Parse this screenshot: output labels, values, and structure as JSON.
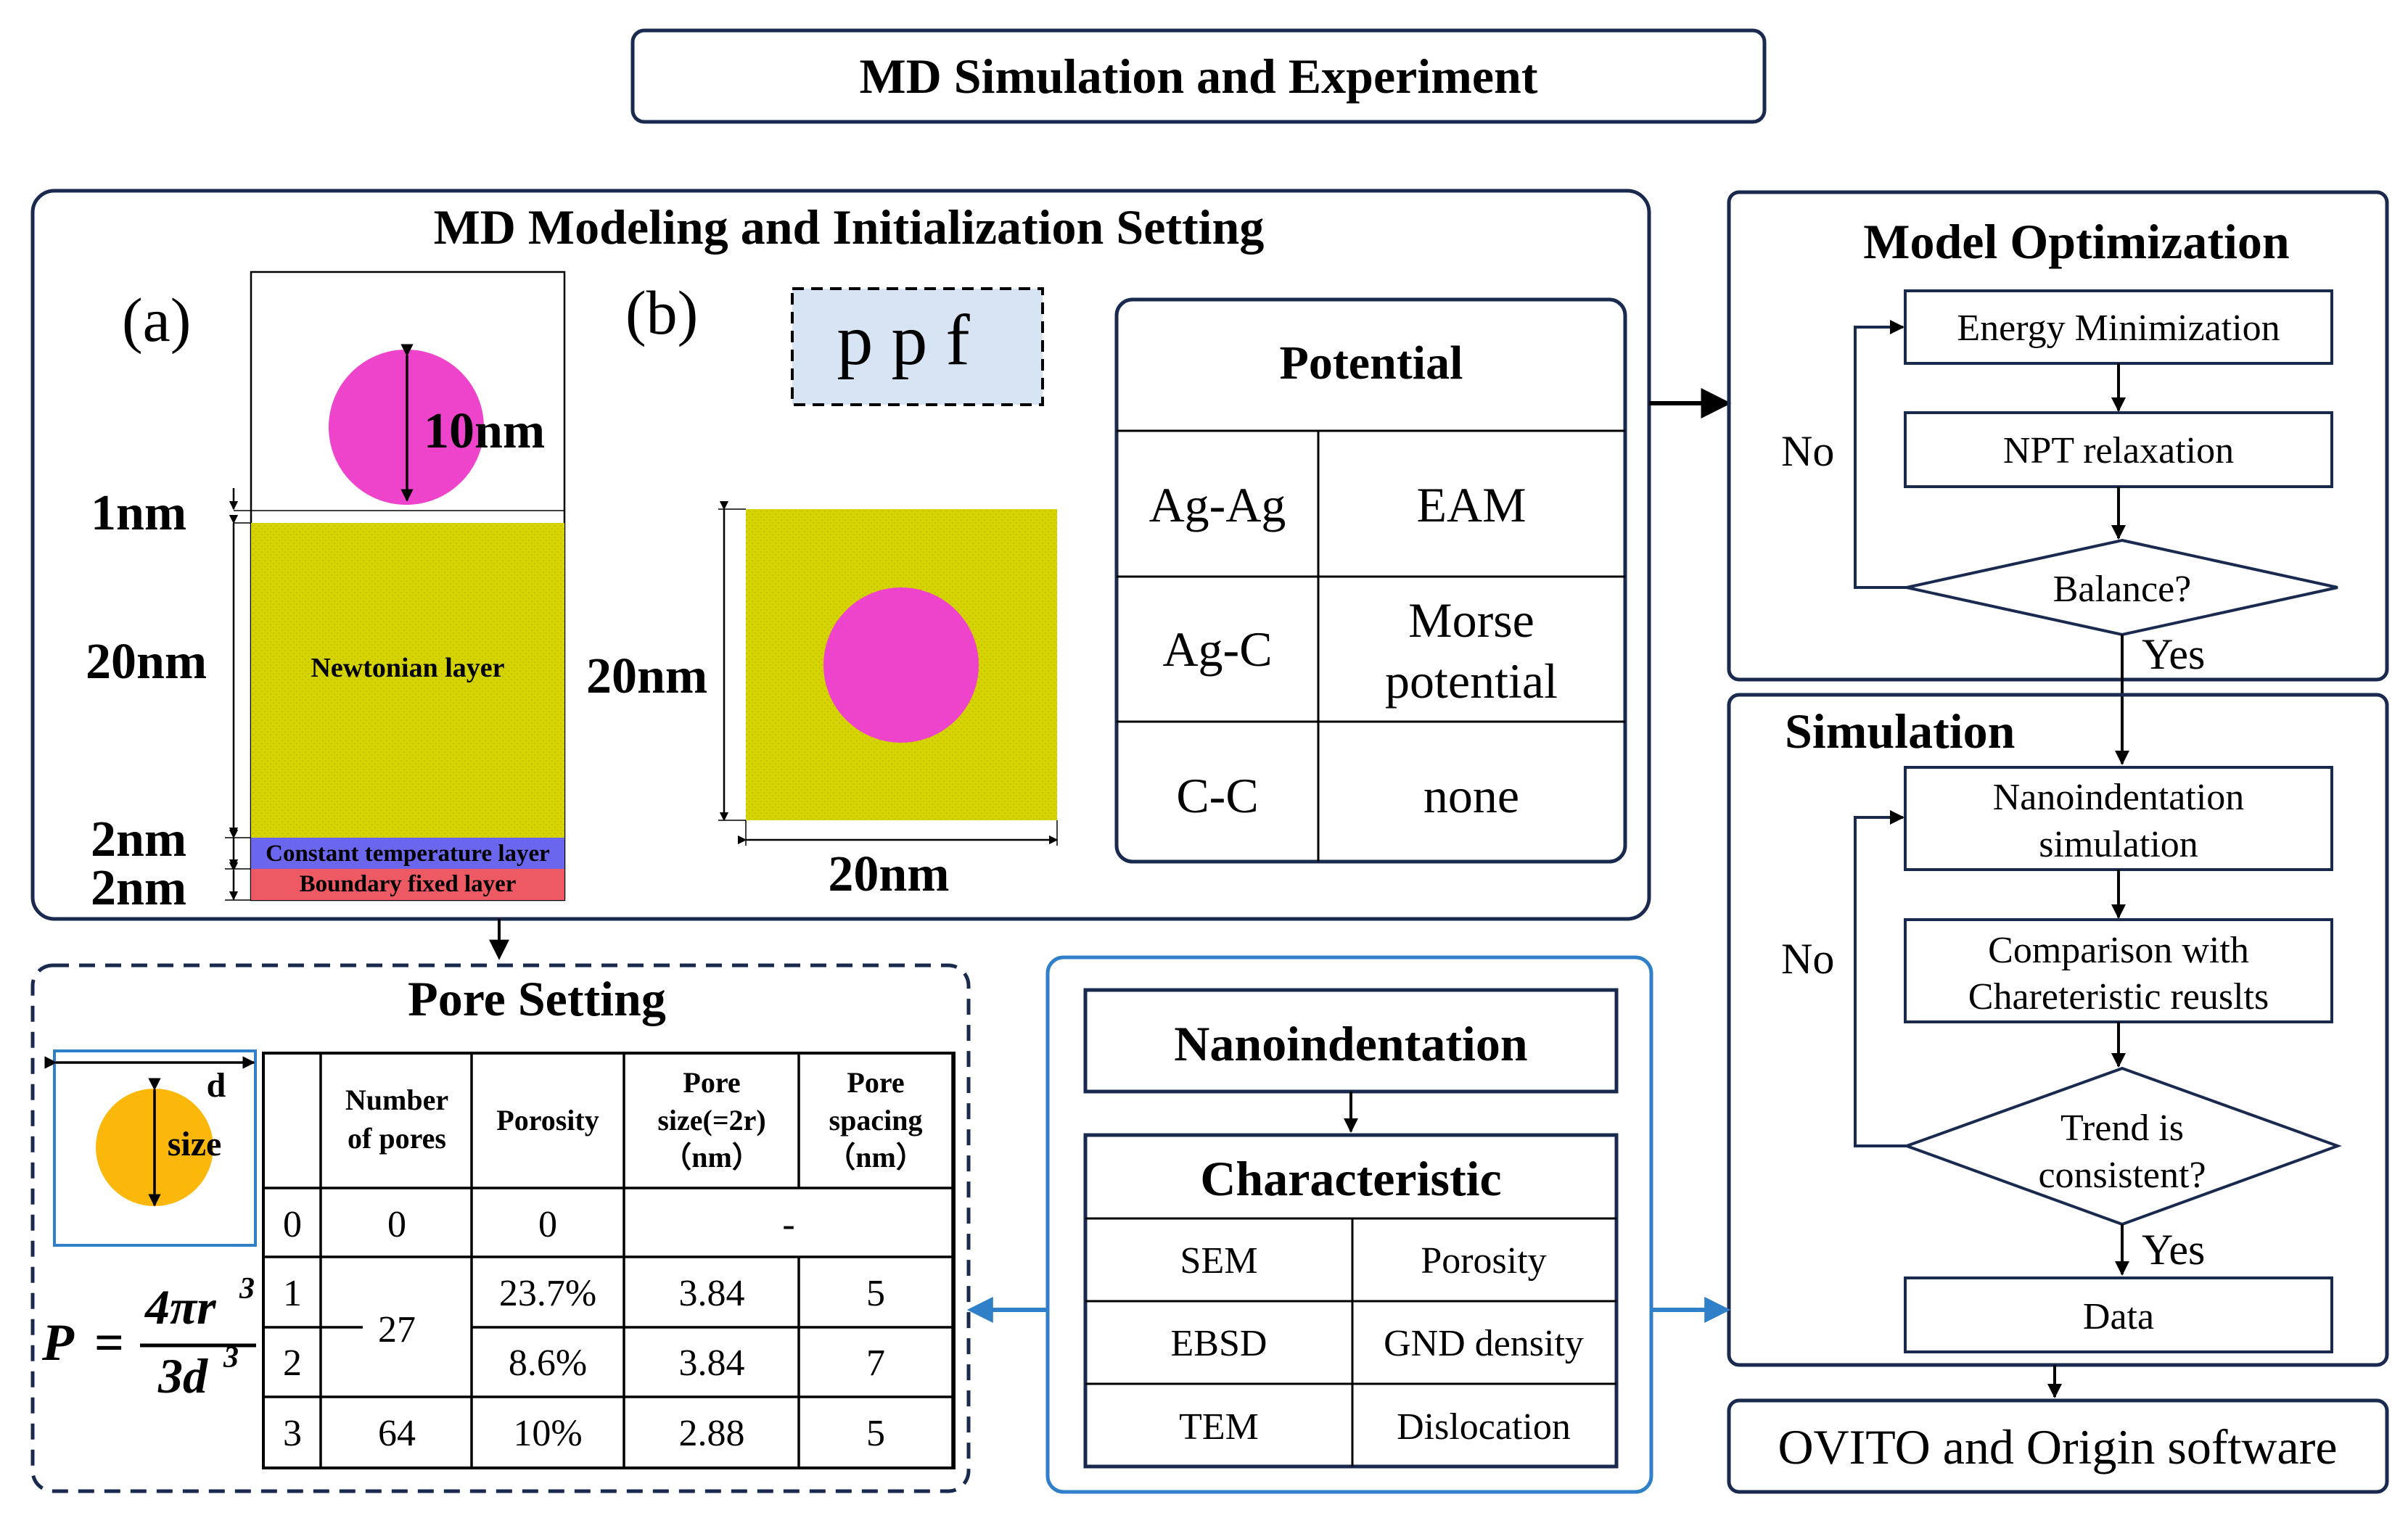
{
  "title": "MD Simulation and Experiment",
  "modeling": {
    "title": "MD Modeling and Initialization Setting",
    "panel_a": {
      "label": "(a)",
      "dim_10": "10nm",
      "dim_1": "1nm",
      "dim_20": "20nm",
      "dim_2a": "2nm",
      "dim_2b": "2nm",
      "newtonian": "Newtonian layer",
      "constant": "Constant temperature layer",
      "boundary": "Boundary fixed layer"
    },
    "panel_b": {
      "label": "(b)",
      "ppf": "p p f",
      "dim_h": "20nm",
      "dim_w": "20nm"
    },
    "potential": {
      "header": "Potential",
      "rows": [
        {
          "pair": "Ag-Ag",
          "value": "EAM"
        },
        {
          "pair": "Ag-C",
          "value_line1": "Morse",
          "value_line2": "potential"
        },
        {
          "pair": "C-C",
          "value": "none"
        }
      ]
    }
  },
  "optimization": {
    "title": "Model Optimization",
    "step1": "Energy Minimization",
    "step2": "NPT relaxation",
    "decision": "Balance?",
    "no": "No",
    "yes": "Yes"
  },
  "simulation": {
    "title": "Simulation",
    "step1_line1": "Nanoindentation",
    "step1_line2": "simulation",
    "step2_line1": "Comparison with",
    "step2_line2": "Chareteristic reuslts",
    "decision_line1": "Trend is",
    "decision_line2": "consistent?",
    "no": "No",
    "yes": "Yes",
    "data": "Data"
  },
  "software": "OVITO and Origin software",
  "pore": {
    "title": "Pore Setting",
    "d_label": "d",
    "size_label": "size",
    "formula": {
      "lhs": "P",
      "num": "4πr",
      "num_exp": "3",
      "den": "3d",
      "den_exp": "3"
    },
    "headers": [
      {
        "line1": "Number",
        "line2": "of pores"
      },
      {
        "line1": "Porosity"
      },
      {
        "line1": "Pore",
        "line2": "size(=2r)",
        "line3": "（nm）"
      },
      {
        "line1": "Pore",
        "line2": "spacing",
        "line3": "（nm）"
      }
    ],
    "rows": [
      {
        "id": "0",
        "num": "0",
        "porosity": "0",
        "span": "-"
      },
      {
        "id": "1",
        "num": "27",
        "porosity": "23.7%",
        "size": "3.84",
        "spacing": "5"
      },
      {
        "id": "2",
        "porosity": "8.6%",
        "size": "3.84",
        "spacing": "7"
      },
      {
        "id": "3",
        "num": "64",
        "porosity": "10%",
        "size": "2.88",
        "spacing": "5"
      }
    ]
  },
  "experiment": {
    "nano": "Nanoindentation",
    "char": "Characteristic",
    "rows": [
      {
        "left": "SEM",
        "right": "Porosity"
      },
      {
        "left": "EBSD",
        "right": "GND density"
      },
      {
        "left": "TEM",
        "right": "Dislocation"
      }
    ]
  },
  "colors": {
    "navy": "#1a2a4e",
    "blue": "#2f80c8",
    "yellow": "#d6d400",
    "magenta": "#ee44cc",
    "lavender": "#6a66ee",
    "salmon": "#ee5a64",
    "orange": "#fbb80a",
    "light_blue": "#d6e4f4"
  }
}
